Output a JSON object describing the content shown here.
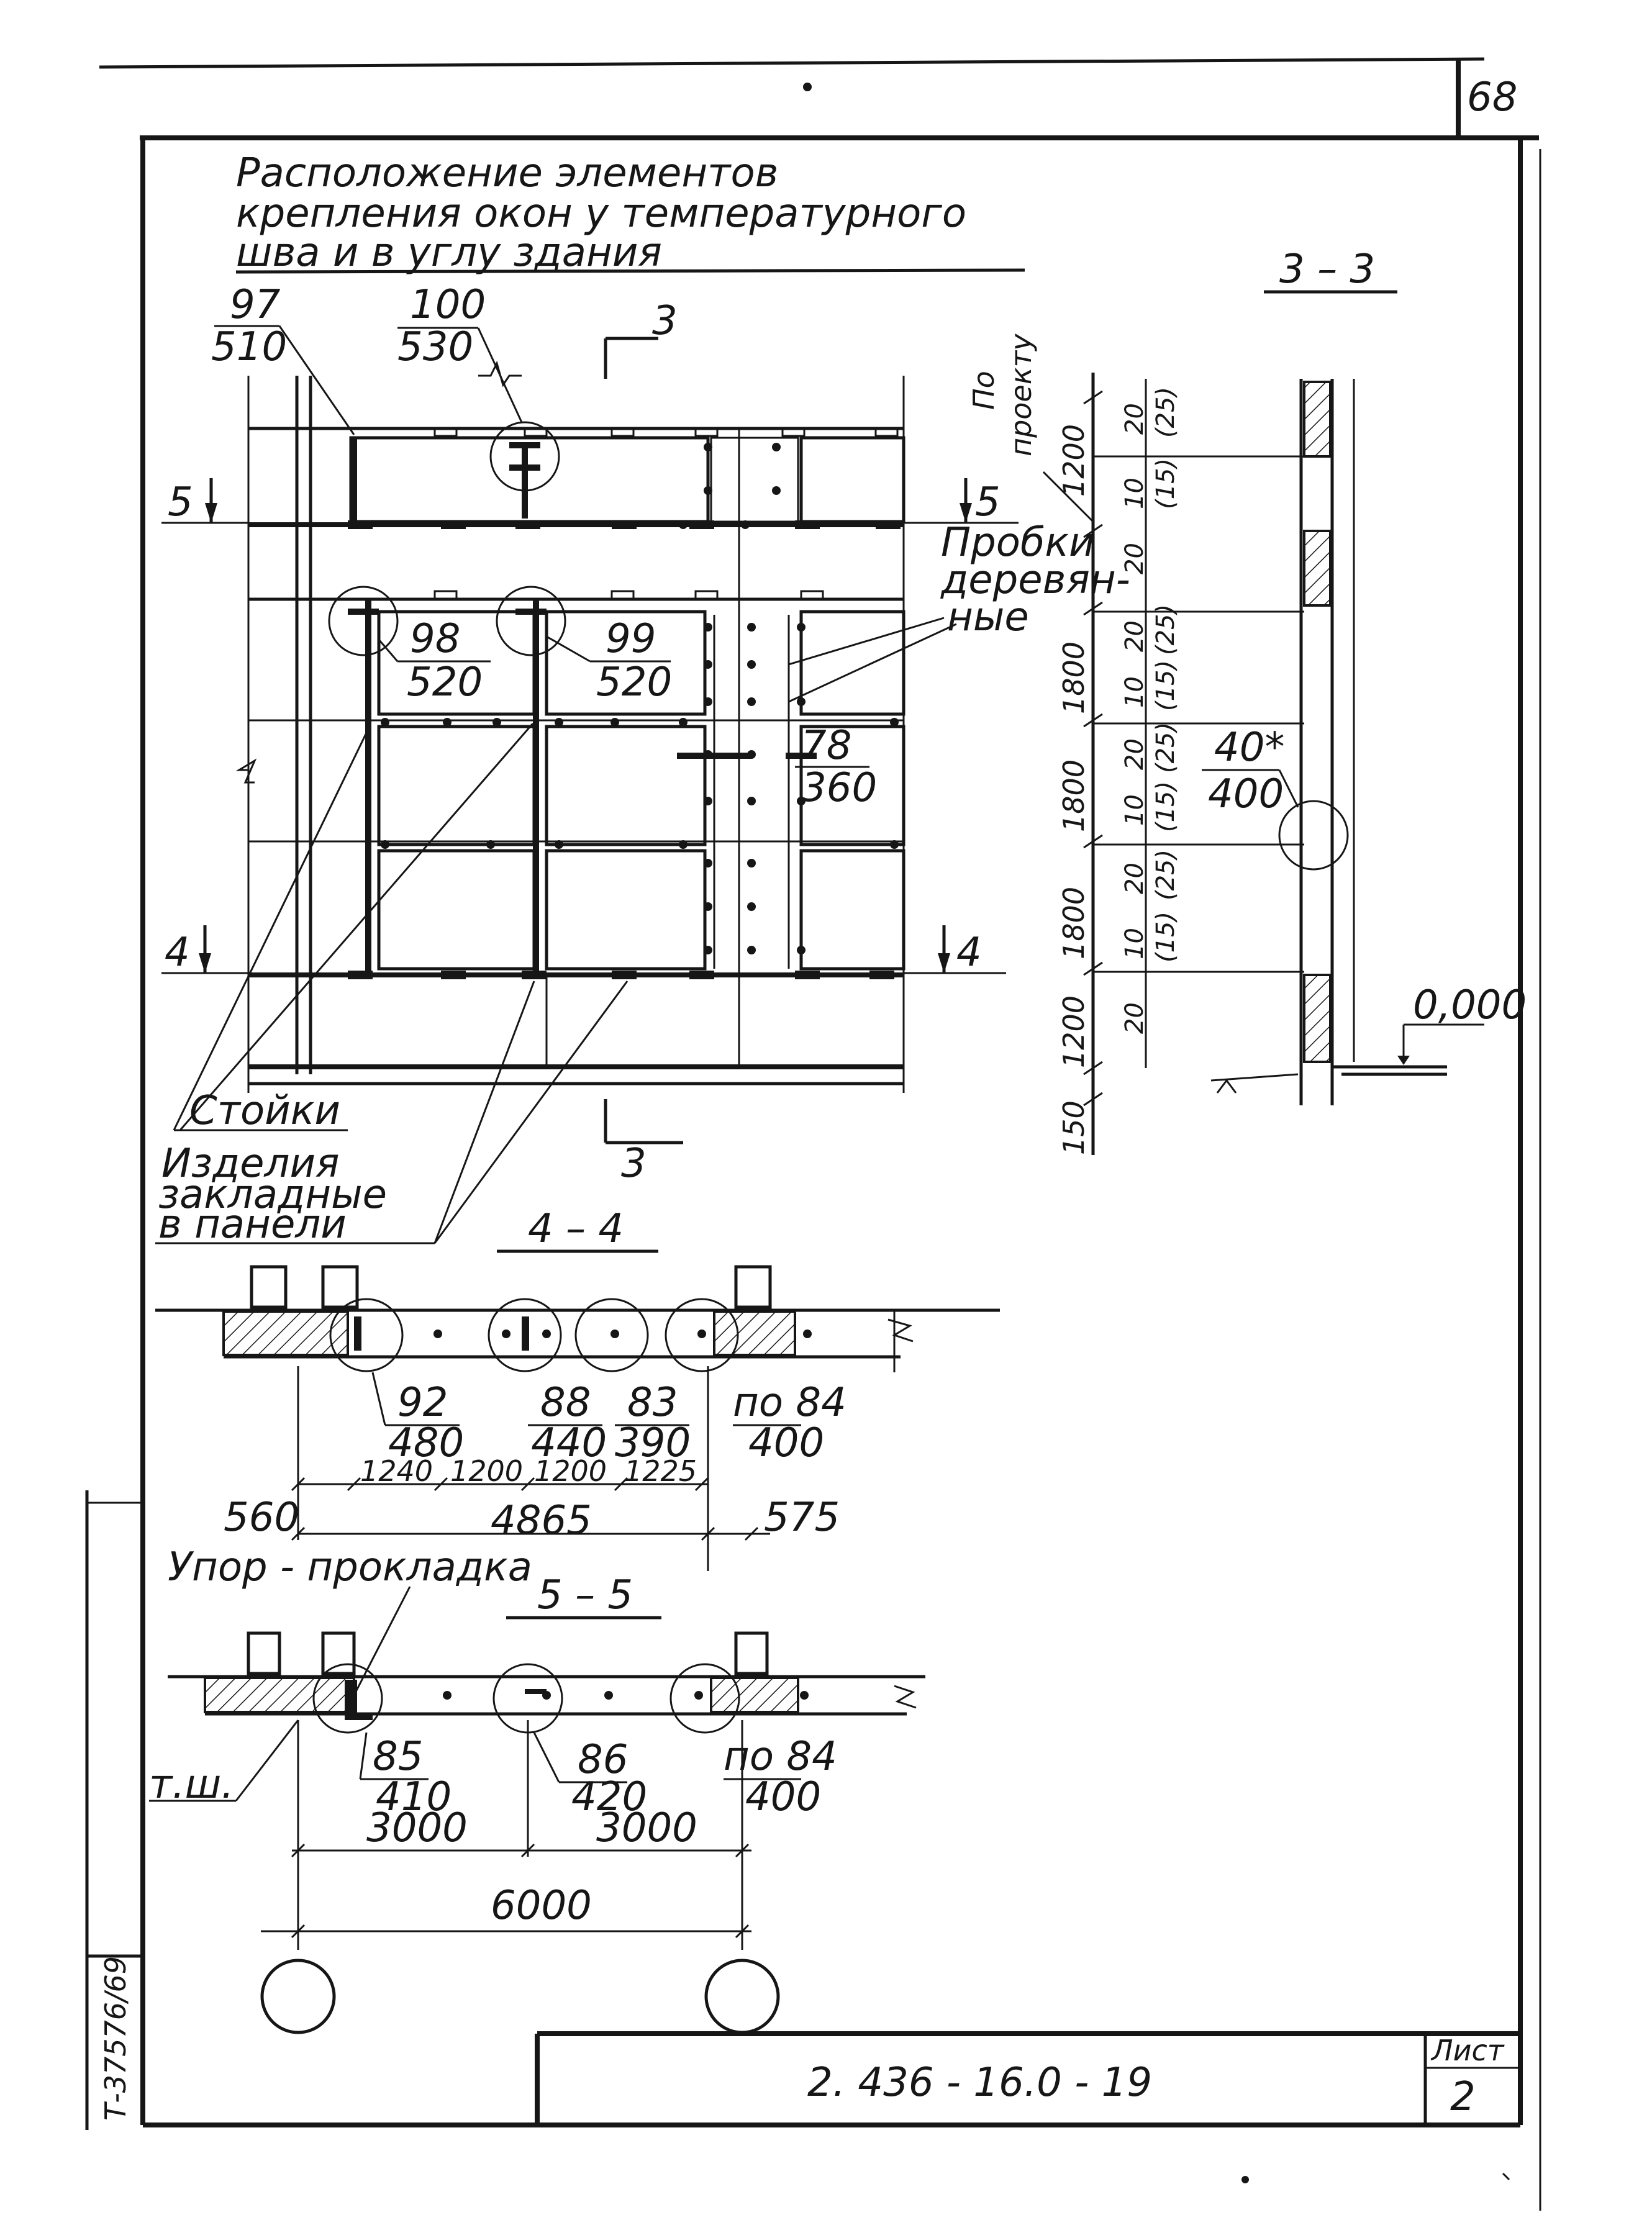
{
  "sheet_number": "68",
  "title_lines": [
    "Расположение    элементов",
    "крепления   окон  у  температурного",
    "шва    и  в   углу  здания"
  ],
  "sections": {
    "s3": "3 – 3",
    "s4": "4 – 4",
    "s5": "5 – 5"
  },
  "cut_marks": {
    "three": "3",
    "four": "4",
    "five": "5"
  },
  "elevation": {
    "callouts": [
      {
        "num": "97",
        "size": "510"
      },
      {
        "num": "100",
        "size": "530"
      },
      {
        "num": "98",
        "size": "520"
      },
      {
        "num": "99",
        "size": "520"
      },
      {
        "num": "78",
        "size": "360"
      }
    ],
    "notes": {
      "plugs": [
        "Пробки",
        "деревян-",
        "ные"
      ],
      "posts": "Стойки",
      "embedded": [
        "Изделия",
        "закладные",
        "в панели"
      ]
    }
  },
  "section_3_3": {
    "po_proektu": [
      "По",
      "проекту"
    ],
    "heights": [
      "1200",
      "1800",
      "1800",
      "1800",
      "1200",
      "150"
    ],
    "gaps": [
      "20",
      "(25)",
      "10",
      "(15)",
      "20",
      "20",
      "(25)",
      "10",
      "(15)",
      "20",
      "(25)",
      "10",
      "(15)",
      "20",
      "(25)",
      "10",
      "(15)",
      "20"
    ],
    "callout": {
      "num": "40*",
      "size": "400"
    },
    "level": "0,000"
  },
  "section_4_4": {
    "callouts": [
      {
        "num": "92",
        "size": "480"
      },
      {
        "num": "88",
        "size": "440"
      },
      {
        "num": "83",
        "size": "390"
      },
      {
        "num": "по 84",
        "size": "400"
      }
    ],
    "dims": [
      "1240",
      "1200",
      "1200",
      "1225"
    ],
    "total": "4865",
    "left": "560",
    "right": "575"
  },
  "section_5_5": {
    "upor": "Упор - прокладка",
    "tsh": "т.ш.",
    "callouts": [
      {
        "num": "85",
        "size": "410"
      },
      {
        "num": "86",
        "size": "420"
      },
      {
        "num": "по 84",
        "size": "400"
      }
    ],
    "dims": [
      "3000",
      "3000"
    ],
    "total": "6000"
  },
  "stamp": {
    "code": "2. 436 - 16.0 - 19",
    "list_label": "Лист",
    "list_num": "2",
    "side_code": "Т-37576/69"
  }
}
